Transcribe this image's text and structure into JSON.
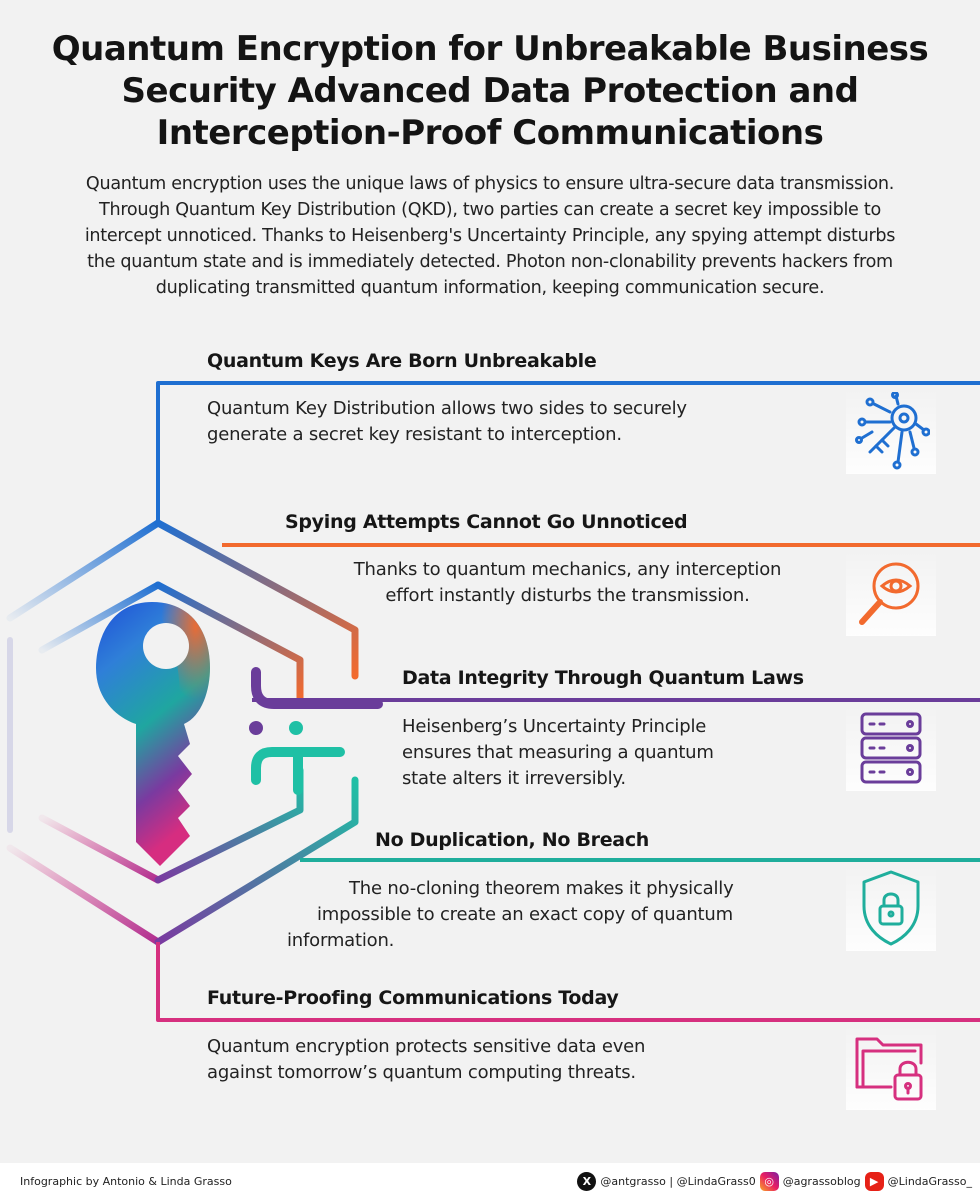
{
  "title_lines": [
    "Quantum Encryption for Unbreakable Business",
    "Security Advanced Data Protection and",
    "Interception-Proof Communications"
  ],
  "intro_lines": [
    "Quantum encryption uses the unique laws of physics to ensure ultra-secure data transmission.",
    "Through Quantum Key Distribution (QKD), two parties can create a secret key impossible to",
    "intercept unnoticed. Thanks to Heisenberg's Uncertainty Principle, any spying attempt disturbs",
    "the quantum state and is immediately detected. Photon non-clonability prevents hackers from",
    "duplicating transmitted quantum information, keeping communication secure."
  ],
  "sections": [
    {
      "title": "Quantum Keys Are Born Unbreakable",
      "text_lines": [
        "Quantum Key Distribution allows two sides to securely",
        "generate a secret key resistant to interception."
      ],
      "icon": "circuit-key-icon",
      "color": "#1f6fd1"
    },
    {
      "title": "Spying Attempts Cannot Go Unnoticed",
      "text_lines": [
        "Thanks to quantum mechanics, any interception",
        "effort instantly disturbs the transmission."
      ],
      "icon": "magnifier-eye-icon",
      "color": "#f26a2e"
    },
    {
      "title": "Data Integrity Through Quantum Laws",
      "text_lines": [
        "Heisenberg’s Uncertainty Principle",
        "ensures that measuring a quantum",
        "state alters it irreversibly."
      ],
      "icon": "server-stack-icon",
      "color": "#6a3d9a"
    },
    {
      "title": "No Duplication, No Breach",
      "text_lines": [
        "The no-cloning theorem makes it physically",
        "impossible to create an exact copy of quantum",
        "information."
      ],
      "icon": "shield-lock-icon",
      "color": "#1fae9c"
    },
    {
      "title": "Future-Proofing Communications Today",
      "text_lines": [
        "Quantum encryption protects sensitive data even",
        "against tomorrow’s quantum computing threats."
      ],
      "icon": "folder-lock-icon",
      "color": "#d6307f"
    }
  ],
  "footer": {
    "credit": "Infographic by Antonio & Linda Grasso",
    "x_handle": "@antgrasso | @LindaGrass0",
    "instagram_handle": "@agrassoblog",
    "youtube_handle": "@LindaGrasso_"
  }
}
